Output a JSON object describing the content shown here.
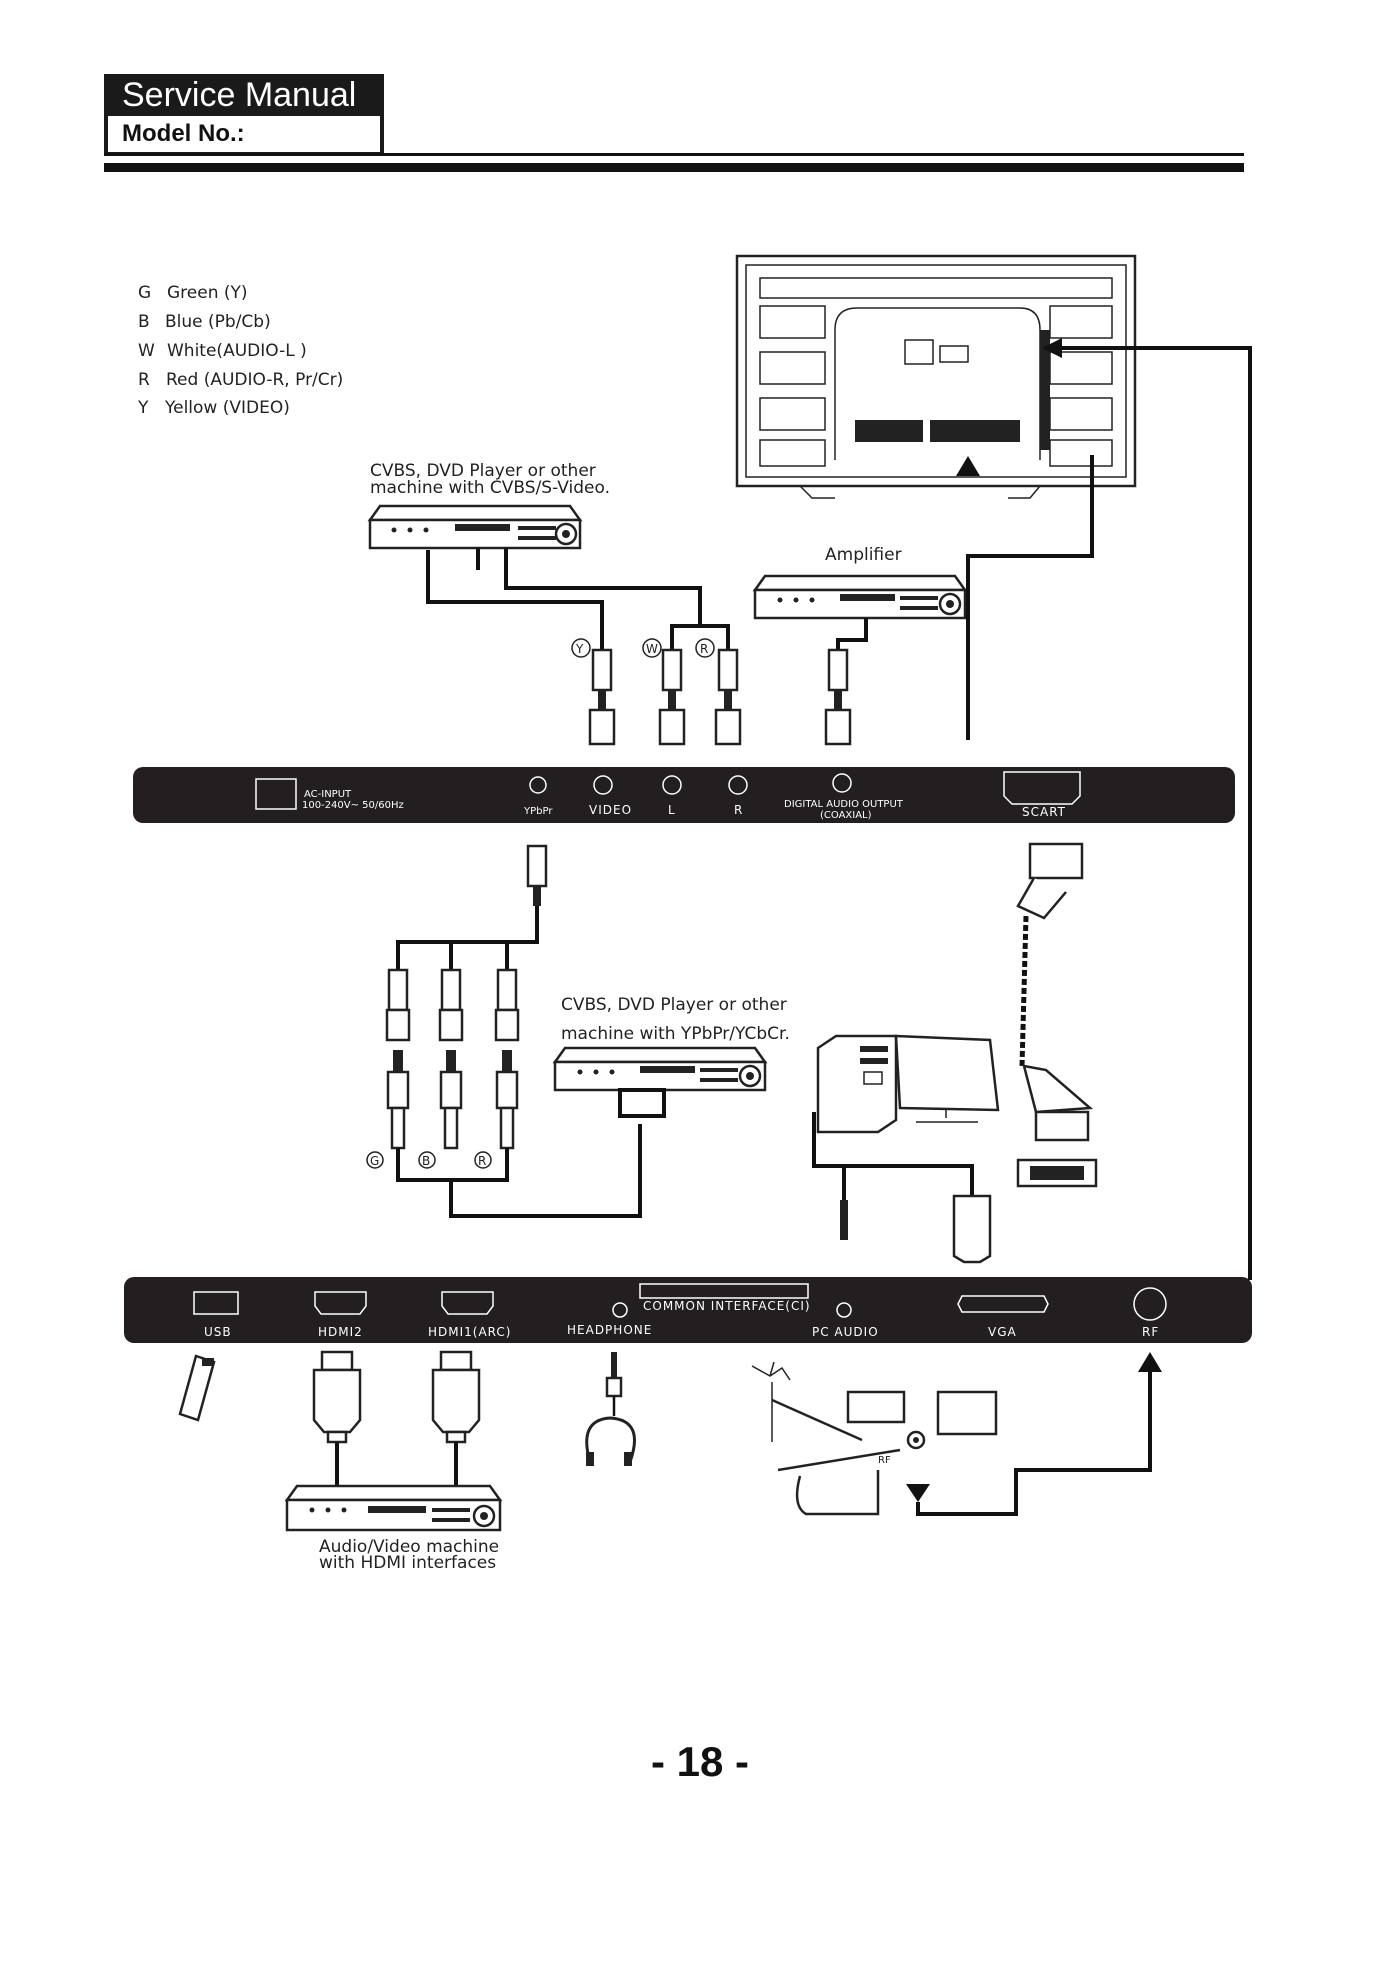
{
  "header": {
    "title": "Service Manual",
    "model_label": "Model No.:"
  },
  "legend": [
    {
      "code": "G",
      "text": "Green (Y)"
    },
    {
      "code": "B",
      "text": "Blue (Pb/Cb)"
    },
    {
      "code": "W",
      "text": "White(AUDIO-L )"
    },
    {
      "code": "R",
      "text": "Red (AUDIO-R, Pr/Cr)"
    },
    {
      "code": "Y",
      "text": "Yellow (VIDEO)"
    }
  ],
  "devices": {
    "cvbs_player": {
      "line1": "CVBS, DVD Player or other",
      "line2": "machine with CVBS/S-Video."
    },
    "amplifier": "Amplifier",
    "ypbpr_player": {
      "line1": "CVBS, DVD  Player or other",
      "line2": "machine with YPbPr/YCbCr."
    },
    "hdmi_machine": {
      "line1": "Audio/Video machine",
      "line2": "with HDMI interfaces"
    }
  },
  "plug_letters": {
    "y": "Y",
    "w": "W",
    "r": "R",
    "g": "G",
    "b": "B",
    "r2": "R"
  },
  "top_panel": {
    "ac_input": "AC-INPUT",
    "ac_spec": "100-240V~  50/60Hz",
    "ypbpr": "YPbPr",
    "video": "VIDEO",
    "l": "L",
    "r": "R",
    "digital_audio": "DIGITAL AUDIO OUTPUT",
    "coaxial": "(COAXIAL)",
    "scart": "SCART"
  },
  "bottom_panel": {
    "usb": "USB",
    "hdmi2": "HDMI2",
    "hdmi1": "HDMI1(ARC)",
    "headphone": "HEADPHONE",
    "ci": "COMMON INTERFACE(CI)",
    "pc_audio": "PC AUDIO",
    "vga": "VGA",
    "rf": "RF"
  },
  "antenna_rf_label": "RF",
  "page_number": "- 18 -"
}
